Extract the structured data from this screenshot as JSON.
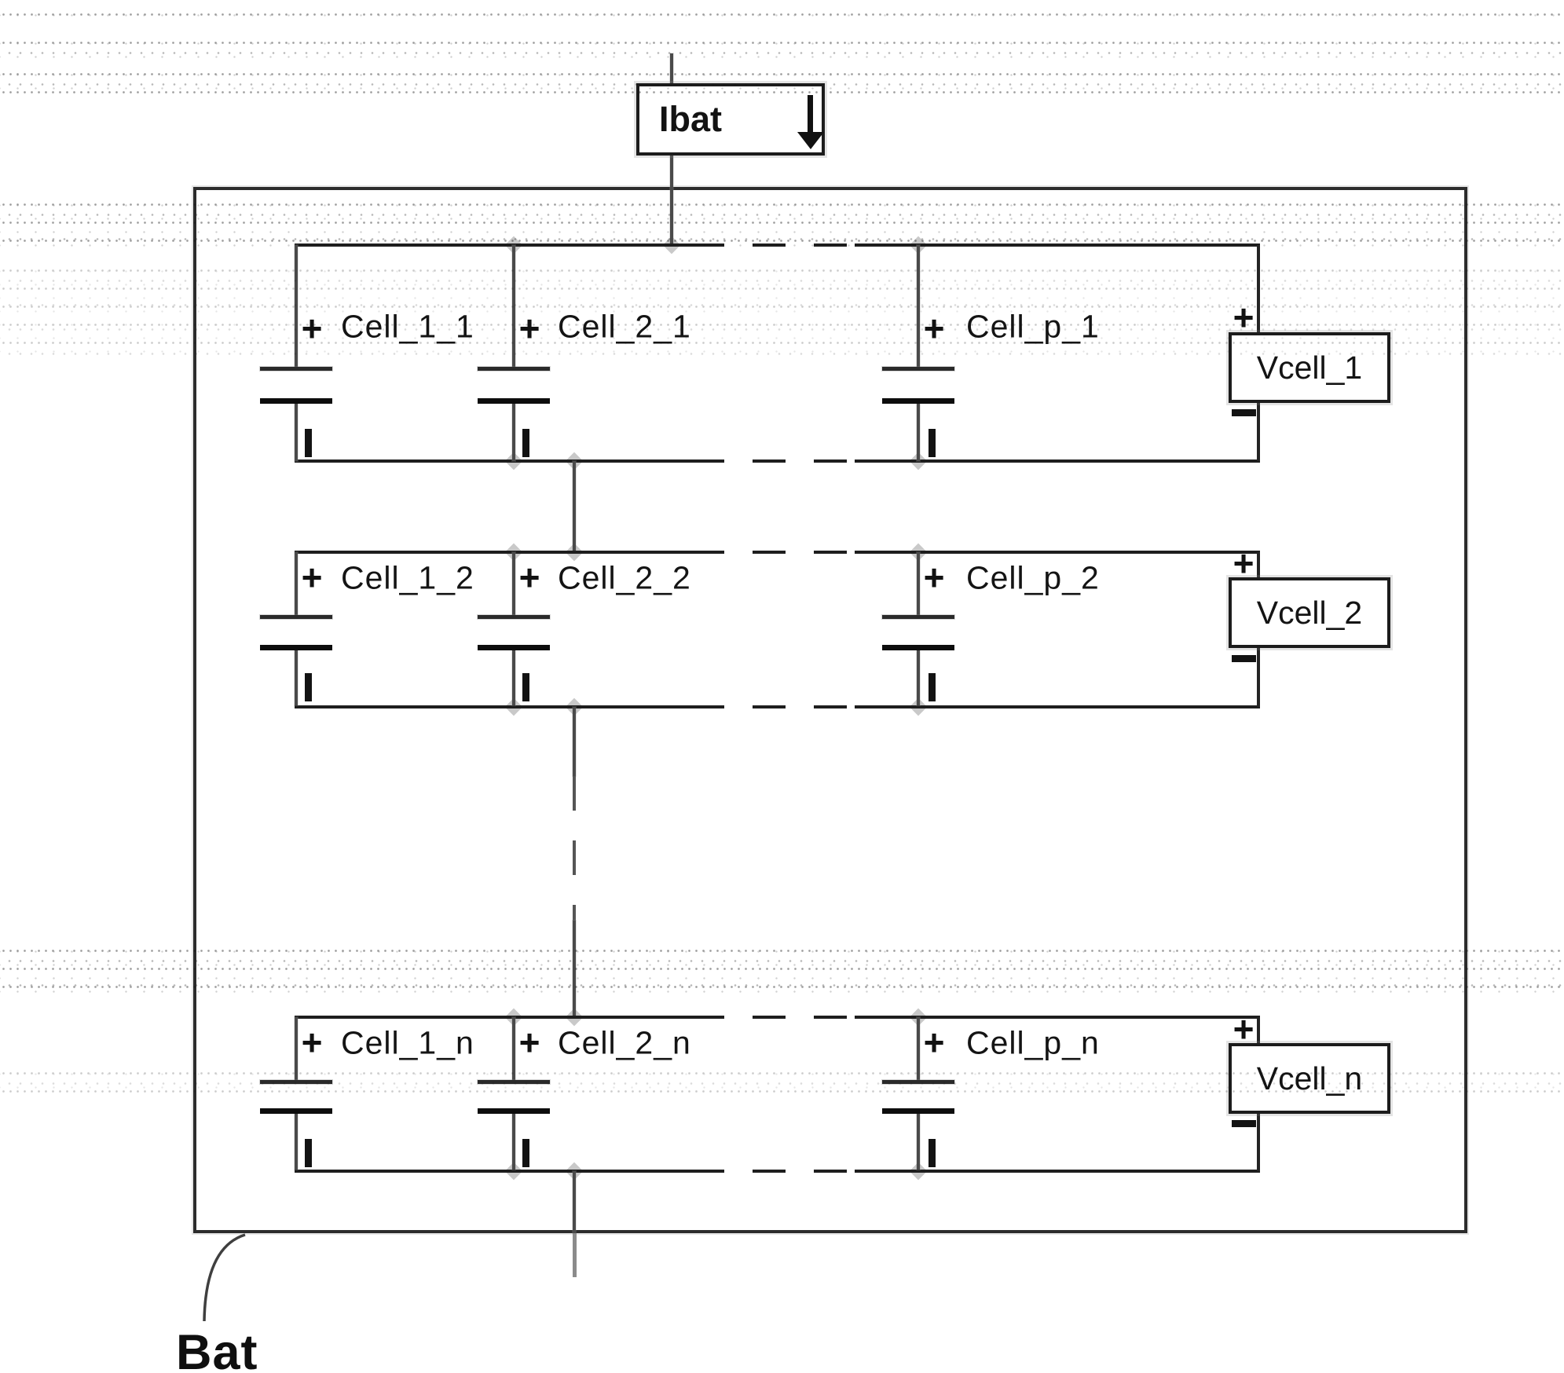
{
  "figure": {
    "current_label": "Ibat",
    "battery_label": "Bat",
    "plus_mark": "+",
    "rows": [
      {
        "vcell": "Vcell_1",
        "cells": [
          "Cell_1_1",
          "Cell_2_1",
          "Cell_p_1"
        ]
      },
      {
        "vcell": "Vcell_2",
        "cells": [
          "Cell_1_2",
          "Cell_2_2",
          "Cell_p_2"
        ]
      },
      {
        "vcell": "Vcell_n",
        "cells": [
          "Cell_1_n",
          "Cell_2_n",
          "Cell_p_n"
        ]
      }
    ],
    "colors": {
      "background": "#ffffff",
      "line": "#1e1e1e",
      "junction": "#c9c9c9"
    }
  }
}
